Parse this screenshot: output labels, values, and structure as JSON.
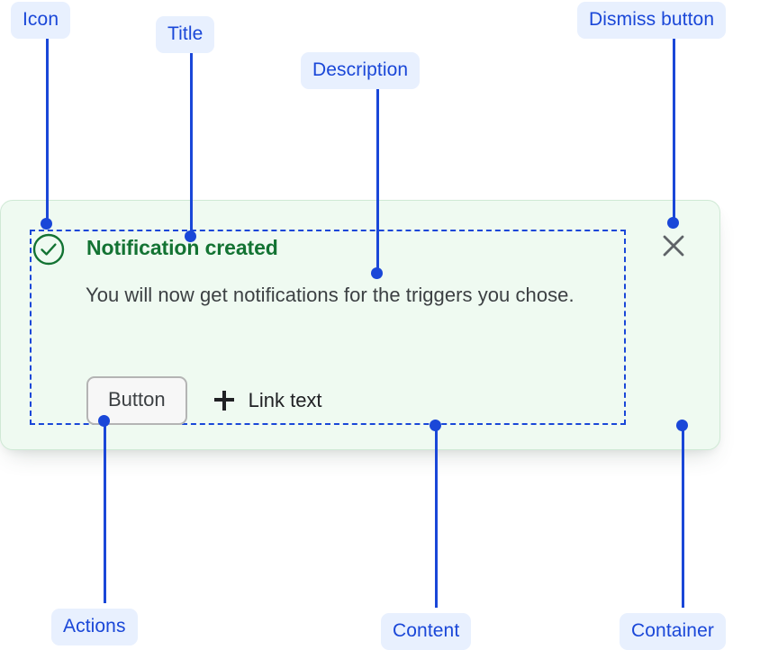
{
  "annotations": [
    {
      "id": "icon",
      "label": "Icon"
    },
    {
      "id": "title",
      "label": "Title"
    },
    {
      "id": "description",
      "label": "Description"
    },
    {
      "id": "dismiss",
      "label": "Dismiss button"
    },
    {
      "id": "actions",
      "label": "Actions"
    },
    {
      "id": "content",
      "label": "Content"
    },
    {
      "id": "container",
      "label": "Container"
    }
  ],
  "notification": {
    "status_icon": "check-circle-icon",
    "title": "Notification created",
    "description": "You will now get notifications for the triggers you chose.",
    "actions": {
      "button_label": "Button",
      "link_icon": "plus-icon",
      "link_label": "Link text"
    },
    "dismiss_icon": "close-icon"
  },
  "colors": {
    "annotation_blue": "#1a47d8",
    "annotation_pill_bg": "#e8f0fe",
    "success_green": "#137333",
    "card_bg": "#effaf1",
    "card_border": "#cfe9d5",
    "body_text": "#3c4043",
    "button_bg": "#f7f7f7",
    "button_border": "#b4b4b4",
    "dismiss_gray": "#5f6368"
  }
}
